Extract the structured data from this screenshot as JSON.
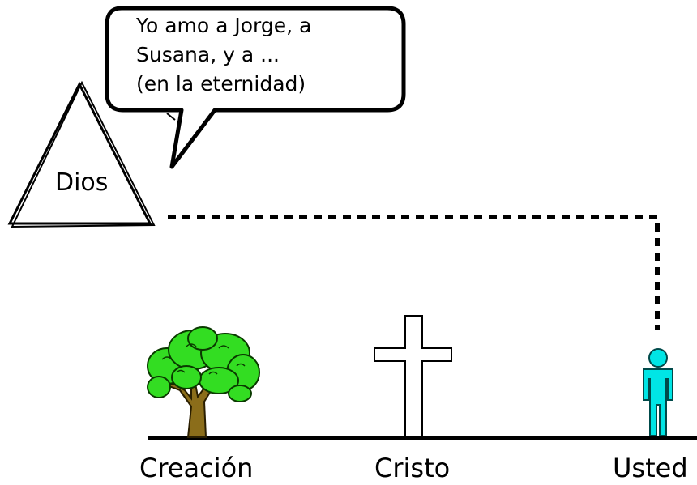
{
  "speech_bubble": {
    "lines": [
      "Yo amo a Jorge, a",
      "Susana, y a ...",
      "(en la eternidad)"
    ]
  },
  "god_label": "Dios",
  "timeline": {
    "creation_label": "Creación",
    "christ_label": "Cristo",
    "you_label": "Usted"
  },
  "colors": {
    "tree_foliage": "#33dd22",
    "tree_trunk": "#8b6d1a",
    "person": "#00e5e5",
    "line": "#000000",
    "cross_fill": "#ffffff"
  },
  "icons": [
    "triangle-icon",
    "tree-icon",
    "cross-icon",
    "person-icon"
  ]
}
